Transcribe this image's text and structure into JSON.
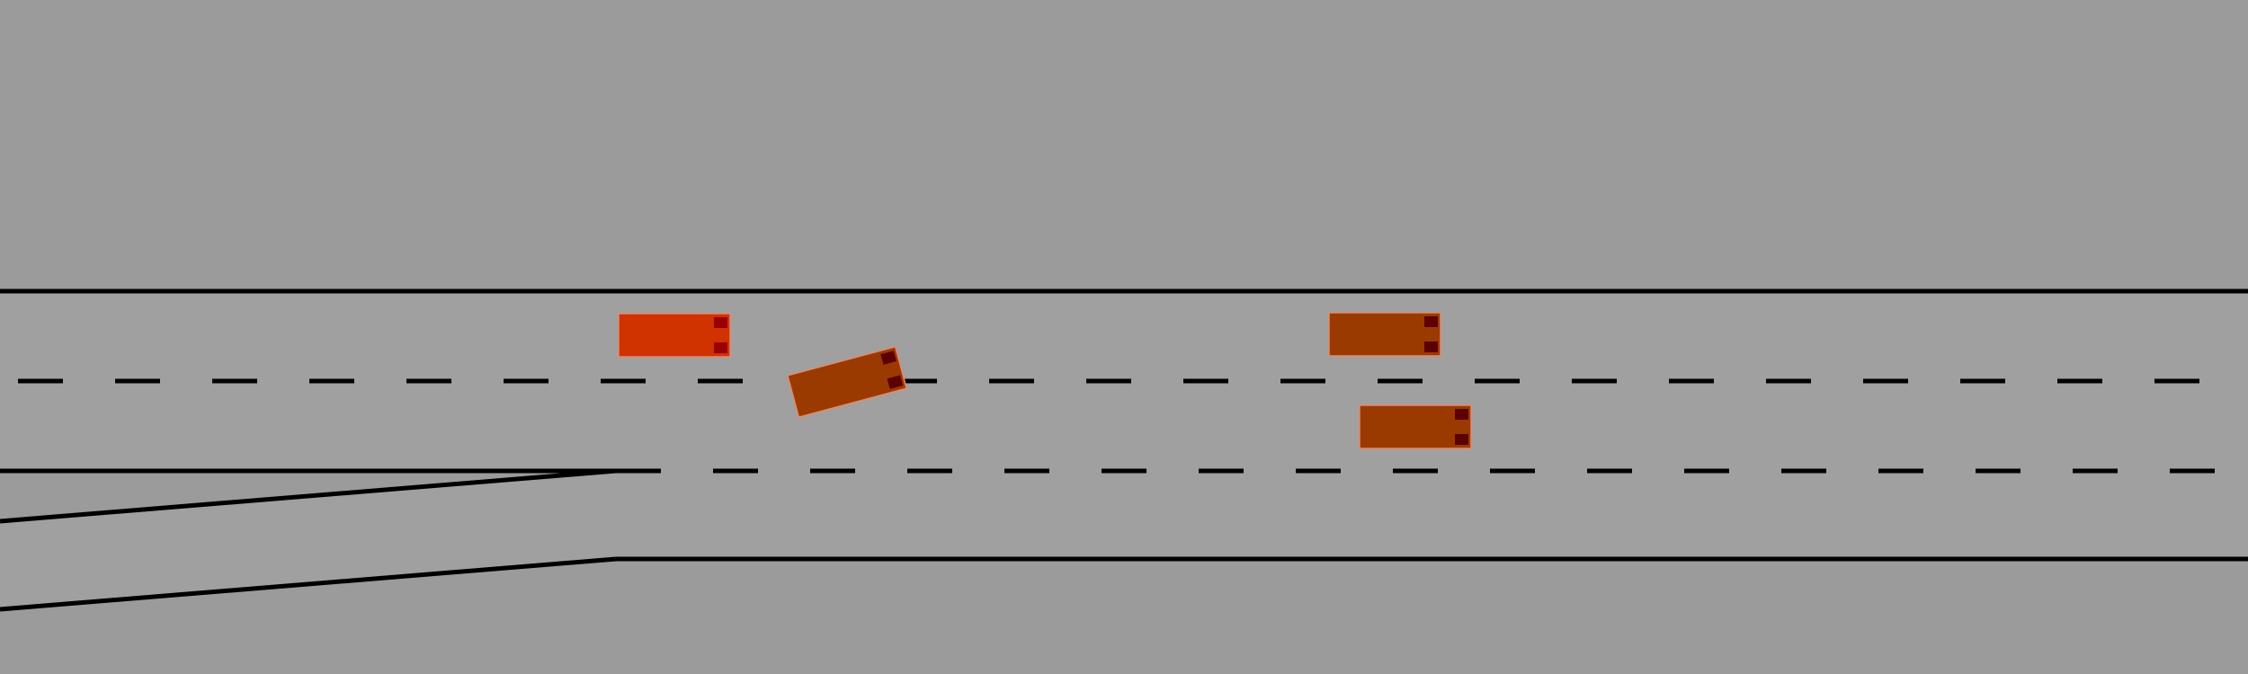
{
  "scene": {
    "background_color": "#9b9b9b",
    "road_color": "#a0a0a0",
    "line_color": "#000000"
  },
  "markings": [
    {
      "name": "top-road-edge",
      "style": "solid"
    },
    {
      "name": "lane-divider-1",
      "style": "dashed"
    },
    {
      "name": "lane-divider-2",
      "style": "solid-then-dashed"
    },
    {
      "name": "on-ramp-upper-edge",
      "style": "solid"
    },
    {
      "name": "on-ramp-lower-edge",
      "style": "solid"
    }
  ],
  "vehicles": [
    {
      "name": "ego-vehicle",
      "body_color": "#d03200",
      "light_color": "#9a0000",
      "heading": "east",
      "lane": 1
    },
    {
      "name": "lane-changing-vehicle",
      "body_color": "#9b3a00",
      "light_color": "#5c0000",
      "heading": "east",
      "lane": "1-to-2"
    },
    {
      "name": "lead-vehicle-lane-1",
      "body_color": "#9b3a00",
      "light_color": "#5c0000",
      "heading": "east",
      "lane": 1
    },
    {
      "name": "vehicle-lane-2",
      "body_color": "#9b3a00",
      "light_color": "#5c0000",
      "heading": "east",
      "lane": 2
    }
  ]
}
